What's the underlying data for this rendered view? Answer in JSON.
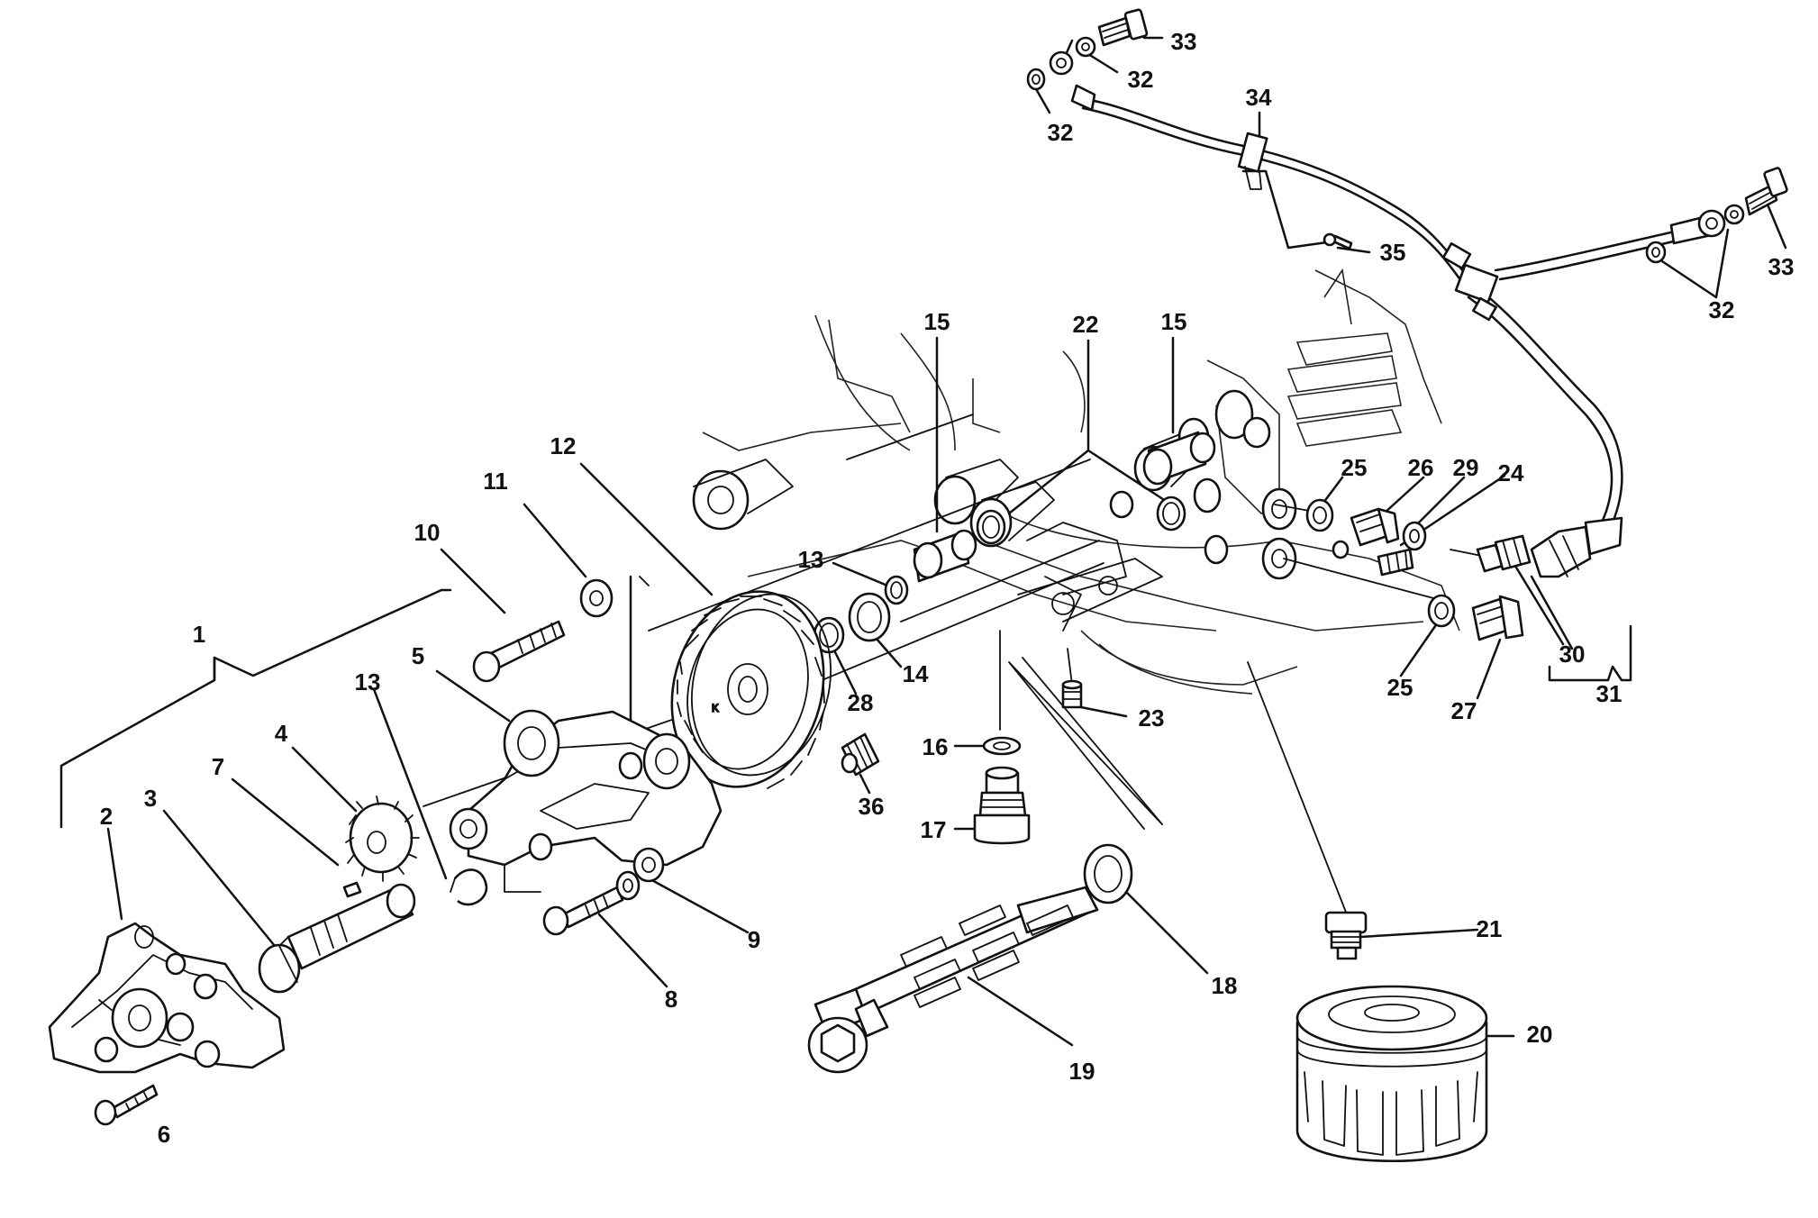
{
  "diagram": {
    "kind": "exploded-parts-drawing",
    "line_color": "#111111",
    "background": "#ffffff",
    "labels": [
      {
        "id": "1",
        "text": "1"
      },
      {
        "id": "2",
        "text": "2"
      },
      {
        "id": "3",
        "text": "3"
      },
      {
        "id": "4",
        "text": "4"
      },
      {
        "id": "5",
        "text": "5"
      },
      {
        "id": "6",
        "text": "6"
      },
      {
        "id": "7",
        "text": "7"
      },
      {
        "id": "8",
        "text": "8"
      },
      {
        "id": "9",
        "text": "9"
      },
      {
        "id": "10",
        "text": "10"
      },
      {
        "id": "11",
        "text": "11"
      },
      {
        "id": "12",
        "text": "12"
      },
      {
        "id": "13a",
        "text": "13"
      },
      {
        "id": "13b",
        "text": "13"
      },
      {
        "id": "14",
        "text": "14"
      },
      {
        "id": "15a",
        "text": "15"
      },
      {
        "id": "15b",
        "text": "15"
      },
      {
        "id": "16",
        "text": "16"
      },
      {
        "id": "17",
        "text": "17"
      },
      {
        "id": "18",
        "text": "18"
      },
      {
        "id": "19",
        "text": "19"
      },
      {
        "id": "20",
        "text": "20"
      },
      {
        "id": "21",
        "text": "21"
      },
      {
        "id": "22",
        "text": "22"
      },
      {
        "id": "23",
        "text": "23"
      },
      {
        "id": "24",
        "text": "24"
      },
      {
        "id": "25a",
        "text": "25"
      },
      {
        "id": "25b",
        "text": "25"
      },
      {
        "id": "26",
        "text": "26"
      },
      {
        "id": "27",
        "text": "27"
      },
      {
        "id": "28",
        "text": "28"
      },
      {
        "id": "29",
        "text": "29"
      },
      {
        "id": "30",
        "text": "30"
      },
      {
        "id": "31",
        "text": "31"
      },
      {
        "id": "32a",
        "text": "32"
      },
      {
        "id": "32b",
        "text": "32"
      },
      {
        "id": "32c",
        "text": "32"
      },
      {
        "id": "33a",
        "text": "33"
      },
      {
        "id": "33b",
        "text": "33"
      },
      {
        "id": "34",
        "text": "34"
      },
      {
        "id": "35",
        "text": "35"
      },
      {
        "id": "36",
        "text": "36"
      }
    ]
  }
}
